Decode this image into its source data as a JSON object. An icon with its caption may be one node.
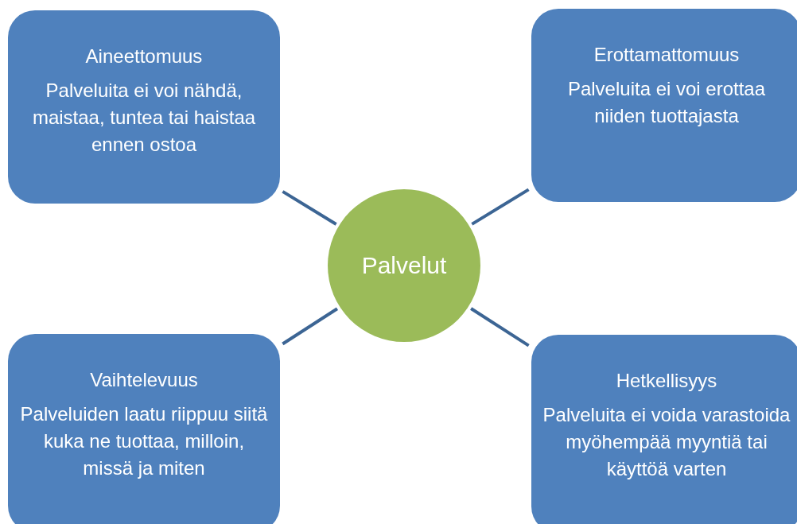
{
  "diagram": {
    "nodes": [
      {
        "text": [
          "Aineettomuus",
          "Palveluita ei voi nähdä, maistaa, tuntea tai haistaa ennen ostoa"
        ]
      },
      {
        "text": [
          "Erottamattomuus",
          "Palveluita ei voi erottaa niiden tuottajasta"
        ]
      },
      {
        "text": [
          "Palvelut"
        ]
      },
      {
        "text": [
          "Vaihtelevuus",
          "Palveluiden laatu riippuu siitä kuka ne tuottaa, milloin, missä ja miten"
        ]
      },
      {
        "text": [
          "Hetkellisyys",
          "Palveluita ei voida varastoida myöhempää myyntiä tai käyttöä varten"
        ]
      }
    ],
    "edges": [
      {
        "from": 2,
        "to": 0,
        "arrow": "none"
      },
      {
        "from": 2,
        "to": 1,
        "arrow": "none"
      },
      {
        "from": 2,
        "to": 3,
        "arrow": "none"
      },
      {
        "from": 2,
        "to": 4,
        "arrow": "none"
      }
    ]
  }
}
